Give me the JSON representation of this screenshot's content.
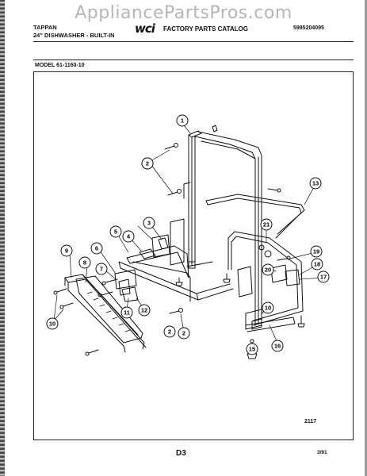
{
  "watermark": "AppliancePartsPros.com",
  "header": {
    "brand": "TAPPAN",
    "product": "24\" DISHWASHER - BUILT-IN",
    "logo_text": "wci",
    "catalog": "FACTORY PARTS CATALOG",
    "part_number": "5995204095"
  },
  "model": "MODEL 61-1160-10",
  "figure_code": "2117",
  "page_label": "D3",
  "date_label": "3/91",
  "callouts": [
    "1",
    "2",
    "2",
    "2",
    "2",
    "3",
    "4",
    "5",
    "6",
    "7",
    "8",
    "9",
    "10",
    "10",
    "11",
    "12",
    "13",
    "15",
    "16",
    "17",
    "18",
    "19",
    "20",
    "21"
  ],
  "colors": {
    "ink": "#111111",
    "paper": "#ffffff",
    "watermark": "#888888"
  }
}
